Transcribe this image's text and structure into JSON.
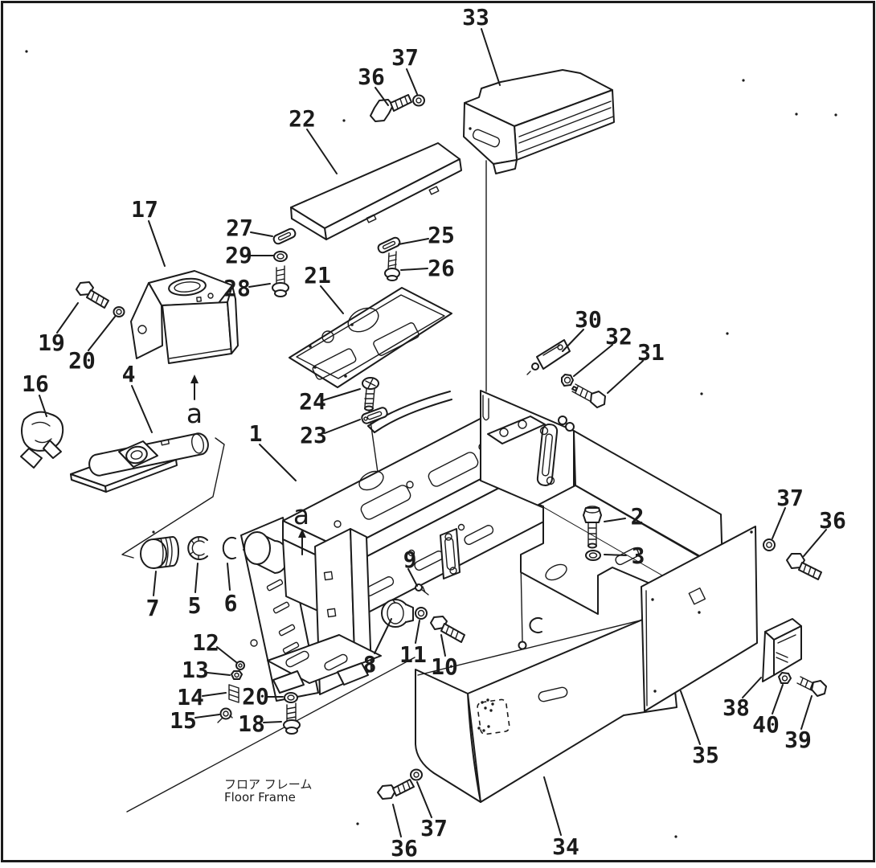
{
  "page": {
    "type": "exploded-parts-diagram",
    "caption": {
      "jp": "フロア フレーム",
      "en": "Floor Frame"
    },
    "colors": {
      "ink": "#1b1b1b",
      "paper": "#ffffff"
    }
  },
  "callouts": {
    "c1": {
      "text": "1"
    },
    "c2": {
      "text": "2"
    },
    "c3": {
      "text": "3"
    },
    "c4": {
      "text": "4"
    },
    "c5": {
      "text": "5"
    },
    "c6": {
      "text": "6"
    },
    "c7": {
      "text": "7"
    },
    "c8": {
      "text": "8"
    },
    "c9": {
      "text": "9"
    },
    "c10": {
      "text": "10"
    },
    "c11": {
      "text": "11"
    },
    "c12": {
      "text": "12"
    },
    "c13": {
      "text": "13"
    },
    "c14": {
      "text": "14"
    },
    "c15": {
      "text": "15"
    },
    "c16": {
      "text": "16"
    },
    "c17": {
      "text": "17"
    },
    "c18": {
      "text": "18"
    },
    "c19": {
      "text": "19"
    },
    "c20_left": {
      "text": "20"
    },
    "c20_center": {
      "text": "20"
    },
    "c21": {
      "text": "21"
    },
    "c22": {
      "text": "22"
    },
    "c23": {
      "text": "23"
    },
    "c24": {
      "text": "24"
    },
    "c25": {
      "text": "25"
    },
    "c26": {
      "text": "26"
    },
    "c27": {
      "text": "27"
    },
    "c28": {
      "text": "28"
    },
    "c29": {
      "text": "29"
    },
    "c30": {
      "text": "30"
    },
    "c31": {
      "text": "31"
    },
    "c32": {
      "text": "32"
    },
    "c33": {
      "text": "33"
    },
    "c34": {
      "text": "34"
    },
    "c35": {
      "text": "35"
    },
    "c36_top": {
      "text": "36"
    },
    "c36_right": {
      "text": "36"
    },
    "c36_bottom": {
      "text": "36"
    },
    "c37_top": {
      "text": "37"
    },
    "c37_right": {
      "text": "37"
    },
    "c37_bottom": {
      "text": "37"
    },
    "c38": {
      "text": "38"
    },
    "c39": {
      "text": "39"
    },
    "c40": {
      "text": "40"
    },
    "ref_a_upper": {
      "text": "a"
    },
    "ref_a_lower": {
      "text": "a"
    }
  }
}
